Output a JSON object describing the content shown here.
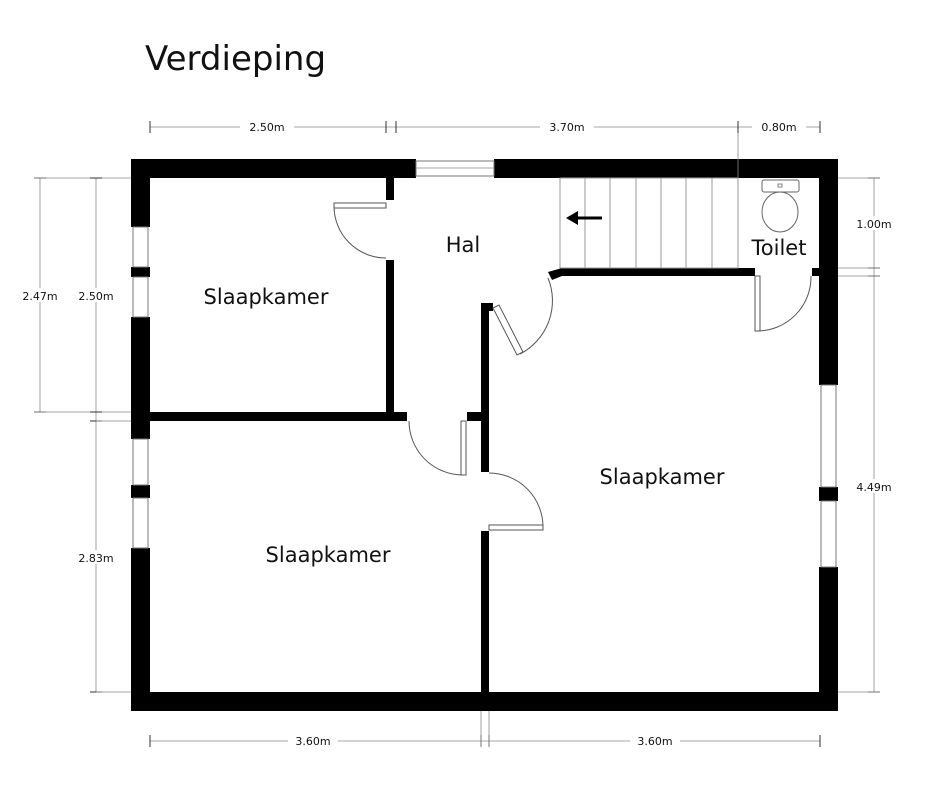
{
  "title": "Verdieping",
  "rooms": {
    "hal": "Hal",
    "toilet": "Toilet",
    "bedroom_top_left": "Slaapkamer",
    "bedroom_bottom_left": "Slaapkamer",
    "bedroom_right": "Slaapkamer"
  },
  "dimensions": {
    "top_left": "2.50m",
    "top_middle": "3.70m",
    "top_right": "0.80m",
    "left_outer": "2.47m",
    "left_upper": "2.50m",
    "left_lower": "2.83m",
    "right_upper": "1.00m",
    "right_lower": "4.49m",
    "bottom_left": "3.60m",
    "bottom_right": "3.60m"
  },
  "icons": {
    "stair_direction": "arrow-left-icon",
    "toilet": "toilet-icon"
  },
  "colors": {
    "wall": "#000000",
    "background": "#ffffff"
  }
}
